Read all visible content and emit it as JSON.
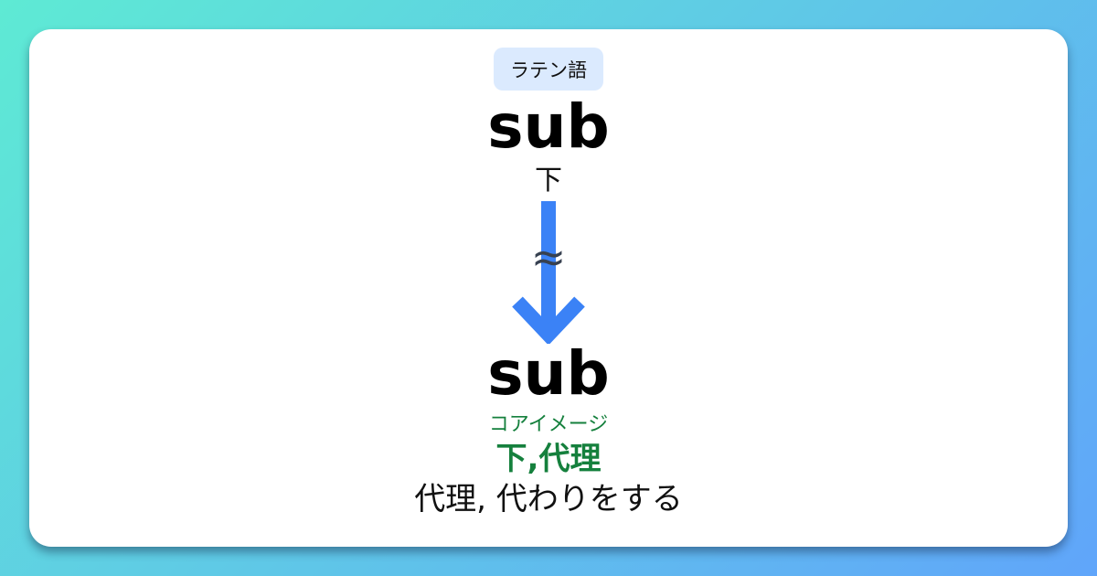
{
  "origin": {
    "language_badge": "ラテン語",
    "word": "sub",
    "meaning": "下"
  },
  "connector": {
    "approx_symbol": "≈",
    "arrow_color": "#3B82F6"
  },
  "result": {
    "word": "sub",
    "core_image_label": "コアイメージ",
    "core_image_value": "下,代理",
    "definition": "代理, 代わりをする"
  },
  "colors": {
    "background_start": "#5EEAD4",
    "background_end": "#60A5FA",
    "badge_bg": "#DBEAFE",
    "core_green": "#15803D",
    "approx_gray": "#374151"
  }
}
